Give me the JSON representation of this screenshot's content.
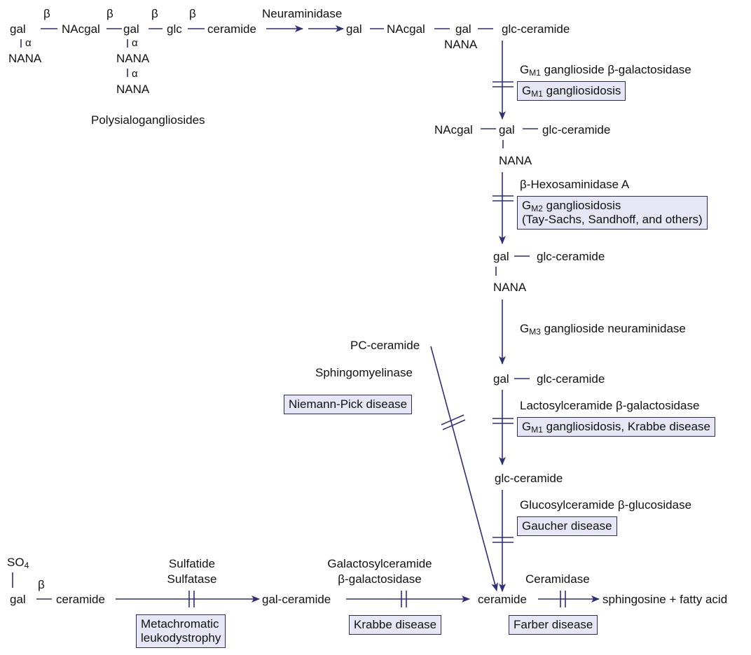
{
  "colors": {
    "arrow": "#2e2e7a",
    "box_fill": "#e7e6f5",
    "box_border": "#2b2b55",
    "text": "#111111"
  },
  "top": {
    "beta1": "β",
    "gal1": "gal",
    "alpha1": "α",
    "nana1": "NANA",
    "nacgal": "NAcgal",
    "beta2": "β",
    "gal2": "gal",
    "alpha2": "α",
    "nana2": "NANA",
    "alpha3": "α",
    "nana3": "NANA",
    "beta3": "β",
    "glc": "glc",
    "beta4": "β",
    "ceramide": "ceramide",
    "neuraminidase": "Neuraminidase",
    "poly": "Polysialogangliosides",
    "p_gal": "gal",
    "p_nacgal": "NAcgal",
    "p_gal2": "gal",
    "p_nana": "NANA",
    "p_glccer": "glc-ceramide"
  },
  "step1": {
    "enzyme_g": "G",
    "enzyme_sub": "M1",
    "enzyme_rest": " ganglioside β-galactosidase",
    "box_g": "G",
    "box_sub": "M1",
    "box_rest": " gangliosidosis"
  },
  "p2": {
    "nacgal": "NAcgal",
    "gal": "gal",
    "glccer": "glc-ceramide",
    "nana": "NANA"
  },
  "step2": {
    "enzyme": "β-Hexosaminidase A",
    "box_g": "G",
    "box_sub": "M2",
    "box_rest": " gangliosidosis",
    "box_line2": "(Tay-Sachs, Sandhoff, and others)"
  },
  "p3": {
    "gal": "gal",
    "glccer": "glc-ceramide",
    "nana": "NANA"
  },
  "step3": {
    "enzyme_g": "G",
    "enzyme_sub": "M3",
    "enzyme_rest": " ganglioside neuraminidase"
  },
  "p4": {
    "gal": "gal",
    "glccer": "glc-ceramide"
  },
  "step4": {
    "enzyme": "Lactosylceramide β-galactosidase",
    "box_g": "G",
    "box_sub": "M1",
    "box_rest": " gangliosidosis, Krabbe disease"
  },
  "p5": {
    "glccer": "glc-ceramide"
  },
  "step5": {
    "enzyme": "Glucosylceramide β-glucosidase",
    "box": "Gaucher disease"
  },
  "pc": {
    "pcceramide": "PC-ceramide",
    "sphingo": "Sphingomyelinase",
    "box": "Niemann-Pick disease"
  },
  "bottom": {
    "so4_so": "SO",
    "so4_sub": "4",
    "beta": "β",
    "gal": "gal",
    "ceramide": "ceramide",
    "sulfatide1": "Sulfatide",
    "sulfatide2": "Sulfatase",
    "box_meta1": "Metachromatic",
    "box_meta2": "leukodystrophy",
    "galcer": "gal-ceramide",
    "galcerase1": "Galactosylceramide",
    "galcerase2": "β-galactosidase",
    "box_krabbe": "Krabbe disease",
    "ceramide2": "ceramide",
    "ceramidase": "Ceramidase",
    "box_farber": "Farber disease",
    "products": "sphingosine + fatty acid"
  }
}
